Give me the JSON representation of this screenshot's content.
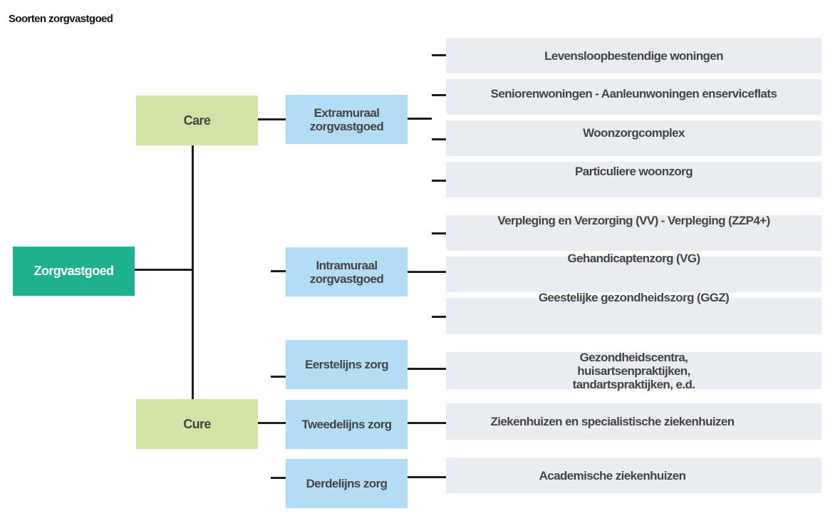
{
  "title": "Soorten zorgvastgoed",
  "root": "Zorgvastgoed",
  "level1": [
    "Care",
    "Cure"
  ],
  "level2": [
    "Extramuraal zorgvastgoed",
    "Intramuraal zorgvastgoed",
    "Eerstelijns zorg",
    "Tweedelijns zorg",
    "Derdelijns zorg"
  ],
  "level3": [
    "Levensloopbestendige woningen",
    "Seniorenwoningen - Aanleunwoningen enserviceflats",
    "Woonzorgcomplex",
    "Particuliere woonzorg",
    "Verpleging en Verzorging (VV) - Verpleging (ZZP4+)",
    "Gehandicaptenzorg (VG)",
    "Geestelijke gezondheidszorg (GGZ)",
    "",
    "Gezondheidscentra, huisartsenpraktijken, tandartspraktijken, e.d.",
    "Ziekenhuizen en specialistische ziekenhuizen",
    "Academische ziekenhuizen"
  ],
  "colors": {
    "root": "#1fb08e",
    "level1": "#d1e3a5",
    "level2": "#b3dcf5",
    "level3": "#e9ecf1"
  }
}
